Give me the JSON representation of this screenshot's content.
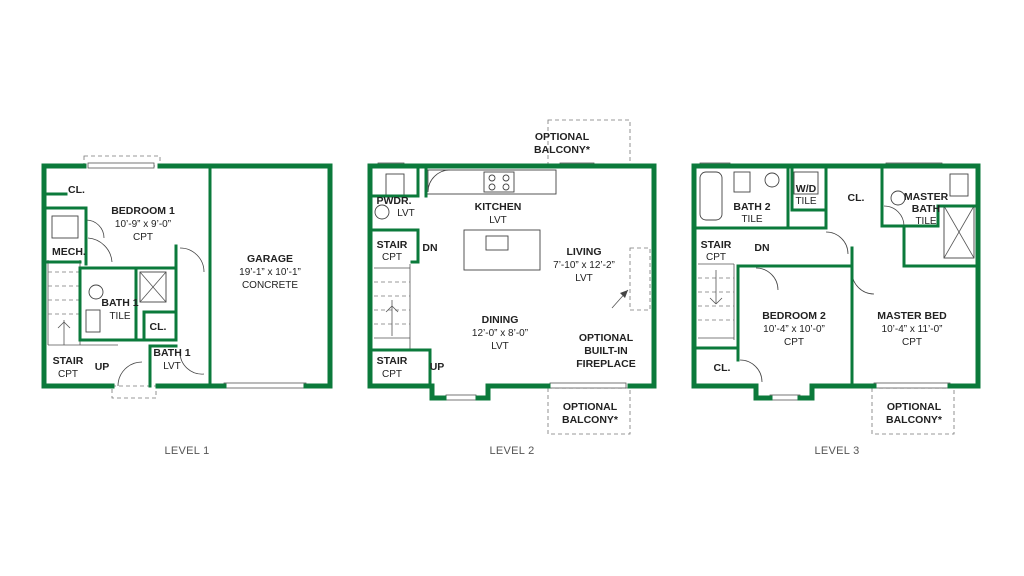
{
  "levels": {
    "level1": {
      "caption": "LEVEL 1",
      "rooms": {
        "closet_top": {
          "name": "CL."
        },
        "bedroom1": {
          "name": "BEDROOM 1",
          "size": "10’-9” x 9’-0”",
          "floor": "CPT"
        },
        "mech": {
          "name": "MECH."
        },
        "bath1_upper": {
          "name": "BATH 1",
          "floor": "TILE"
        },
        "closet_small": {
          "name": "CL."
        },
        "bath1_lower": {
          "name": "BATH 1",
          "floor": "LVT"
        },
        "stair": {
          "name": "STAIR",
          "floor": "CPT",
          "direction": "UP"
        },
        "garage": {
          "name": "GARAGE",
          "size": "19’-1” x 10’-1”",
          "floor": "CONCRETE"
        }
      }
    },
    "level2": {
      "caption": "LEVEL 2",
      "rooms": {
        "optional_balcony_top": {
          "line1": "OPTIONAL",
          "line2": "BALCONY*"
        },
        "powder": {
          "name": "PWDR.",
          "floor": "LVT"
        },
        "kitchen": {
          "name": "KITCHEN",
          "floor": "LVT"
        },
        "stair_upper": {
          "name": "STAIR",
          "floor": "CPT",
          "direction": "DN"
        },
        "living": {
          "name": "LIVING",
          "size": "7’-10” x 12’-2”",
          "floor": "LVT"
        },
        "dining": {
          "name": "DINING",
          "size": "12’-0” x 8’-0”",
          "floor": "LVT"
        },
        "fireplace": {
          "line1": "OPTIONAL",
          "line2": "BUILT-IN",
          "line3": "FIREPLACE"
        },
        "stair_lower": {
          "name": "STAIR",
          "floor": "CPT",
          "direction": "UP"
        },
        "optional_balcony_bottom": {
          "line1": "OPTIONAL",
          "line2": "BALCONY*"
        }
      }
    },
    "level3": {
      "caption": "LEVEL 3",
      "rooms": {
        "bath2": {
          "name": "BATH 2",
          "floor": "TILE"
        },
        "laundry": {
          "name": "W/D",
          "floor": "TILE"
        },
        "closet_mid": {
          "name": "CL."
        },
        "master_bath": {
          "line1": "MASTER",
          "line2": "BATH",
          "floor": "TILE"
        },
        "stair": {
          "name": "STAIR",
          "floor": "CPT",
          "direction": "DN"
        },
        "bedroom2": {
          "name": "BEDROOM 2",
          "size": "10’-4” x 10’-0”",
          "floor": "CPT"
        },
        "master_bed": {
          "name": "MASTER BED",
          "size": "10’-4” x 11’-0”",
          "floor": "CPT"
        },
        "closet_bottom": {
          "name": "CL."
        },
        "optional_balcony": {
          "line1": "OPTIONAL",
          "line2": "BALCONY*"
        }
      }
    }
  },
  "colors": {
    "wall": "#0b7a3b",
    "text": "#222222",
    "caption": "#555555"
  }
}
